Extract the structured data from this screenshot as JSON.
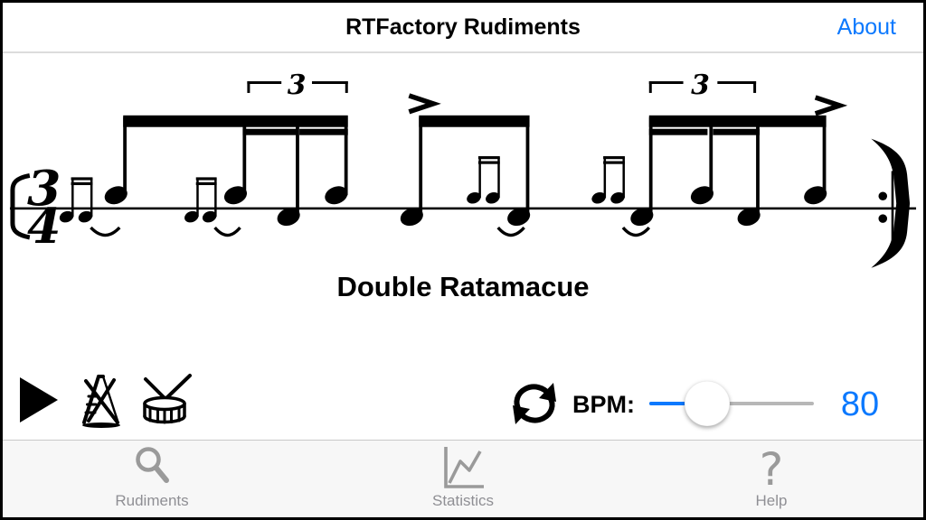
{
  "nav": {
    "title": "RTFactory Rudiments",
    "about_label": "About"
  },
  "notation": {
    "time_signature_top": "3",
    "time_signature_bottom": "4",
    "triplet_label": "3",
    "rudiment_name": "Double Ratamacue"
  },
  "controls": {
    "play_icon": "play-triangle",
    "metronome_icon": "metronome-muted",
    "drum_icon": "snare-drum",
    "loop_icon": "loop-arrows",
    "bpm_label": "BPM:",
    "bpm_value": "80",
    "slider_fill_percent": 22
  },
  "tab_bar": {
    "tabs": [
      {
        "label": "Rudiments",
        "icon": "magnifier-icon"
      },
      {
        "label": "Statistics",
        "icon": "line-chart-icon"
      },
      {
        "label": "Help",
        "icon": "question-mark-icon",
        "glyph": "?"
      }
    ]
  },
  "colors": {
    "accent_blue": "#0c79fe",
    "tab_inactive_gray": "#8f8f94",
    "tab_bar_bg": "#f7f7f7",
    "notation_ink": "#000000"
  }
}
